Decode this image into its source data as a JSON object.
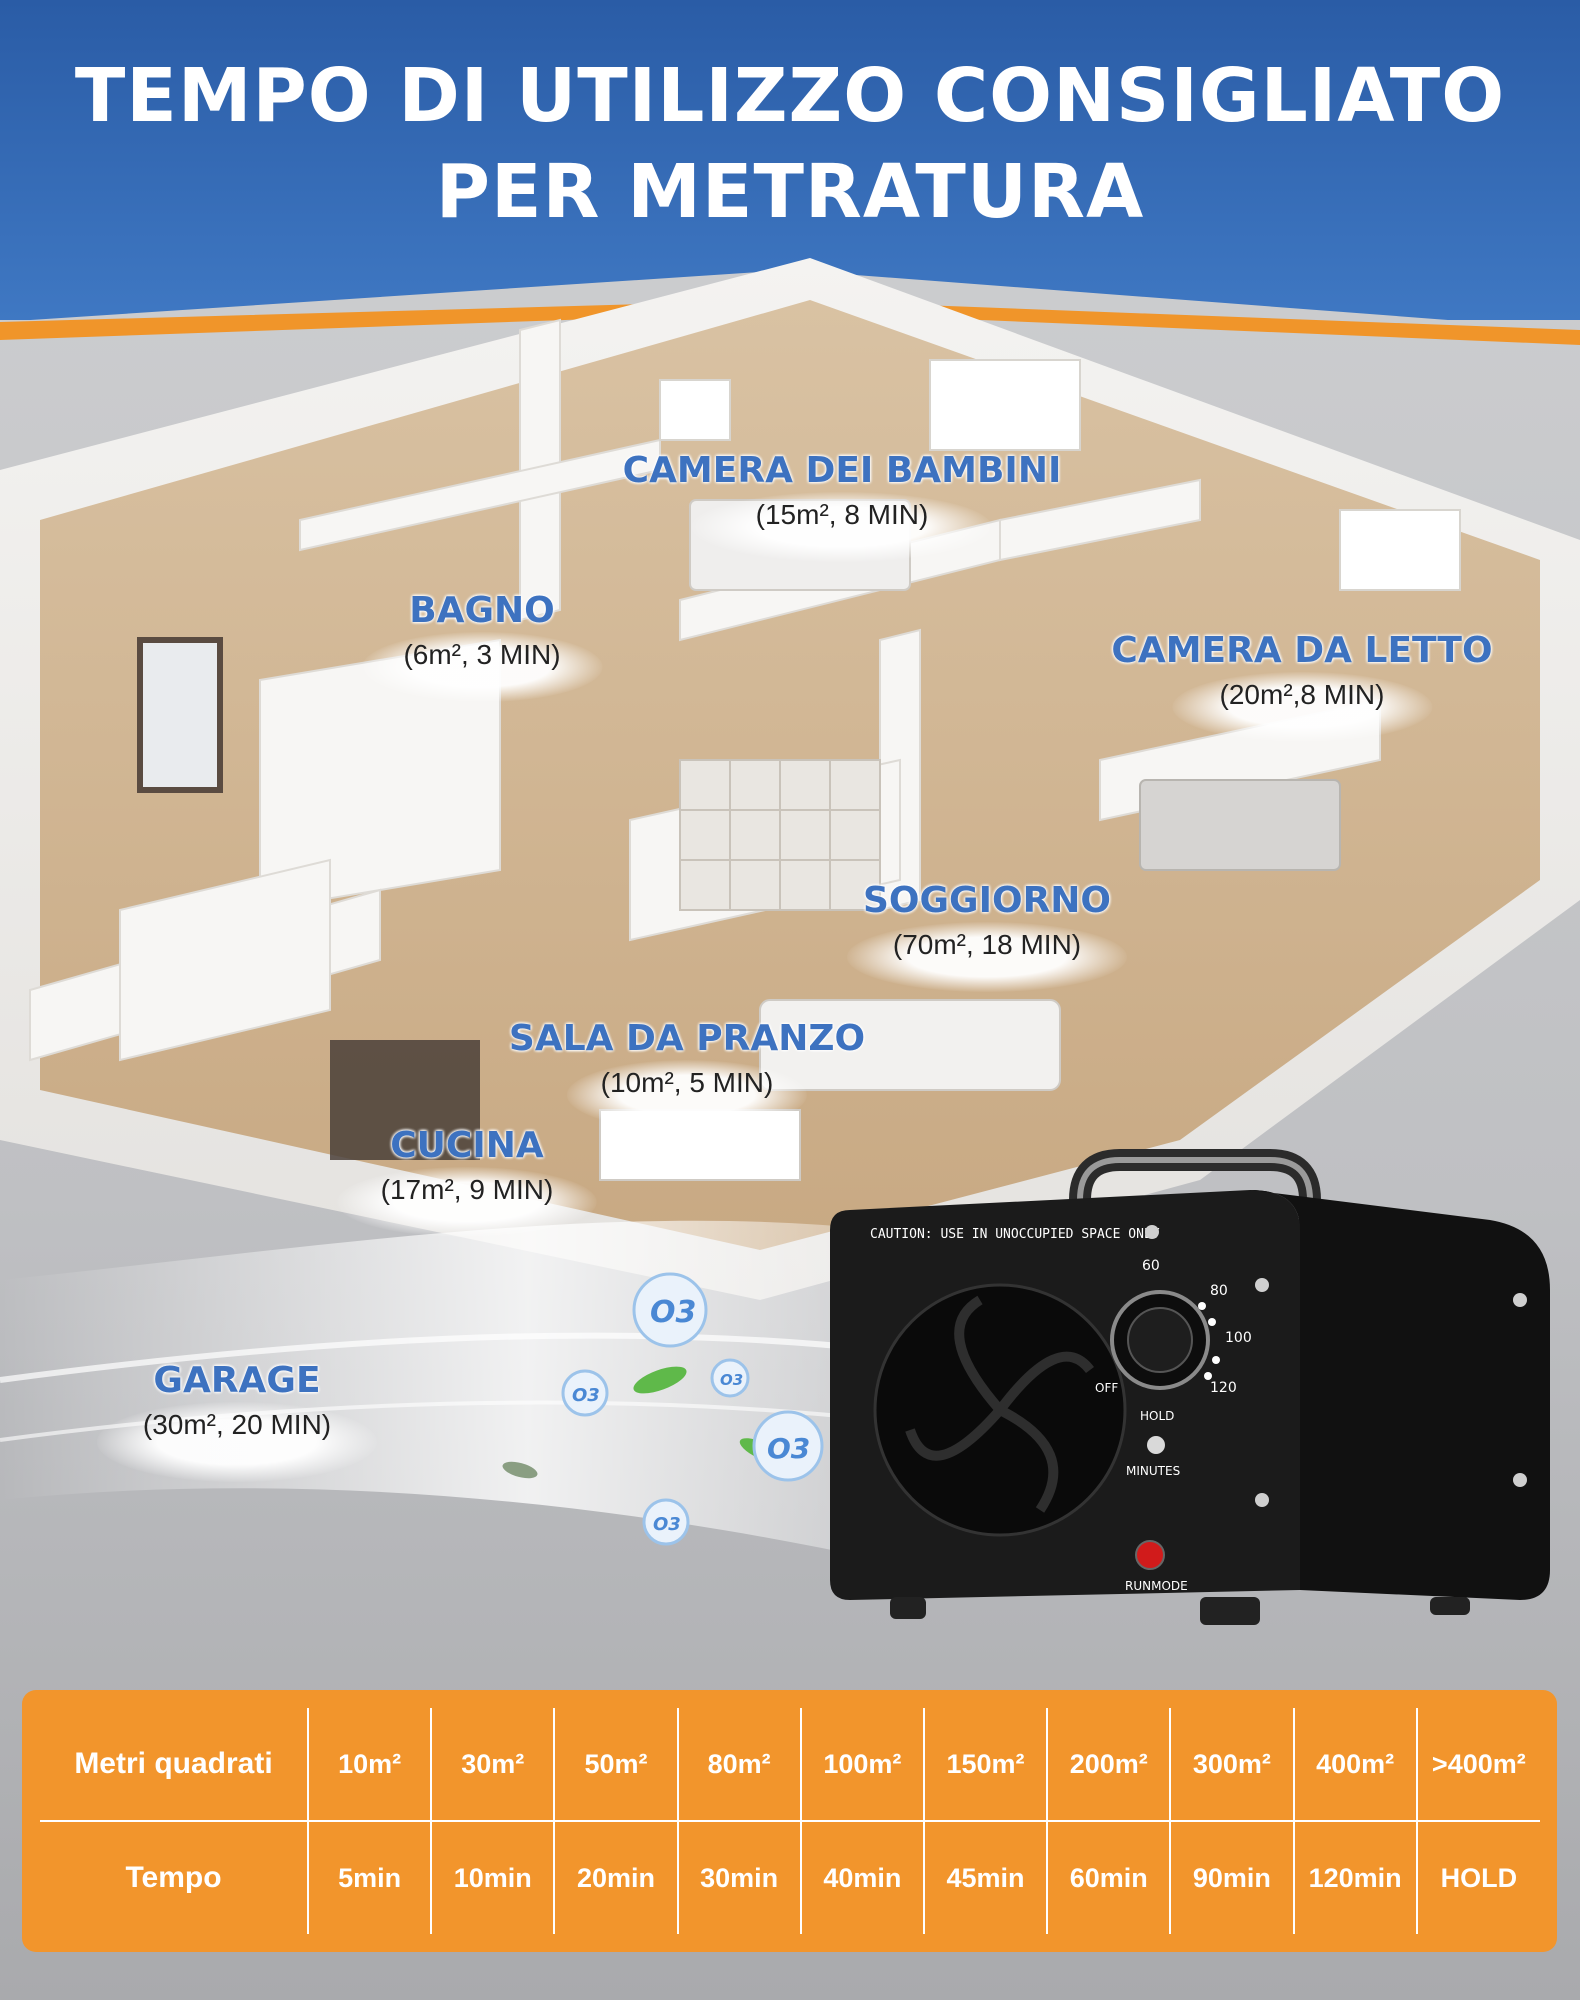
{
  "title": {
    "line1": "TEMPO DI UTILIZZO CONSIGLIATO",
    "line2": "PER METRATURA"
  },
  "rooms": [
    {
      "name": "CAMERA DEI BAMBINI",
      "detail": "(15m², 8 MIN)"
    },
    {
      "name": "BAGNO",
      "detail": "(6m², 3 MIN)"
    },
    {
      "name": "CAMERA DA LETTO",
      "detail": "(20m²,8 MIN)"
    },
    {
      "name": "SOGGIORNO",
      "detail": "(70m², 18 MIN)"
    },
    {
      "name": "SALA DA PRANZO",
      "detail": "(10m², 5 MIN)"
    },
    {
      "name": "CUCINA",
      "detail": "(17m², 9 MIN)"
    },
    {
      "name": "GARAGE",
      "detail": "(30m²,  20 MIN)"
    }
  ],
  "device": {
    "caution": "CAUTION: USE IN UNOCCUPIED SPACE ONLY",
    "dial_marks": [
      "60",
      "80",
      "100",
      "120",
      "OFF"
    ],
    "hold": "HOLD",
    "minutes": "MINUTES",
    "runmode": "RUNMODE",
    "ozone_symbol": "O3"
  },
  "table": {
    "row1_label": "Metri quadrati",
    "row2_label": "Tempo",
    "areas": [
      "10m²",
      "30m²",
      "50m²",
      "80m²",
      "100m²",
      "150m²",
      "200m²",
      "300m²",
      "400m²",
      ">400m²"
    ],
    "times": [
      "5min",
      "10min",
      "20min",
      "30min",
      "40min",
      "45min",
      "60min",
      "90min",
      "120min",
      "HOLD"
    ]
  },
  "colors": {
    "header_blue": "#2a5ca6",
    "accent_orange": "#f2952c",
    "label_blue": "#3d72c0"
  }
}
